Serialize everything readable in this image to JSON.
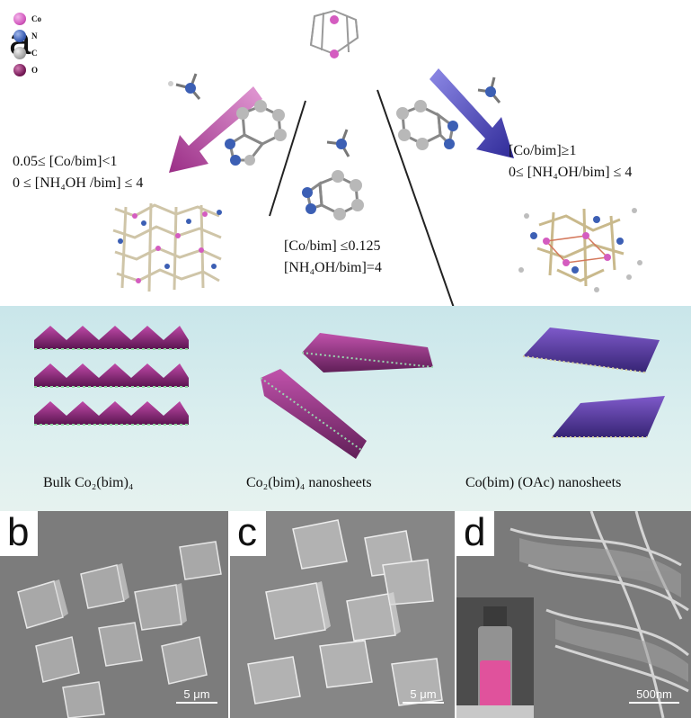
{
  "figure": {
    "panel_letters": {
      "a": "a",
      "b": "b",
      "c": "c",
      "d": "d"
    },
    "legend": [
      {
        "label": "Co",
        "color": "#d45cc0"
      },
      {
        "label": "N",
        "color": "#3c5fb4"
      },
      {
        "label": "C",
        "color": "#a6a6a6"
      },
      {
        "label": "O",
        "color": "#7a1d5a"
      }
    ],
    "conditions": {
      "left": {
        "line1": "0.05≤ [Co/bim]<1",
        "line2": "0 ≤ [NH₄OH /bim] ≤ 4"
      },
      "center": {
        "line1": "[Co/bim] ≤0.125",
        "line2": "[NH₄OH/bim]=4"
      },
      "right": {
        "line1": "[Co/bim]≥1",
        "line2": "0≤ [NH₄OH/bim] ≤ 4"
      }
    },
    "captions": {
      "bulk": "Bulk Co₂(bim)₄",
      "nanosheets": "Co₂(bim)₄ nanosheets",
      "oac": "Co(bim) (OAc) nanosheets"
    },
    "scale_bars": {
      "b": "5 μm",
      "c": "5 μm",
      "d": "500nm"
    },
    "colors": {
      "magenta_arrow": "#b0409a",
      "blue_arrow": "#4a45b0",
      "band": "#cfe8ea",
      "sem_gray": "#8a8a8a",
      "pink_solution": "#e0529c"
    }
  }
}
